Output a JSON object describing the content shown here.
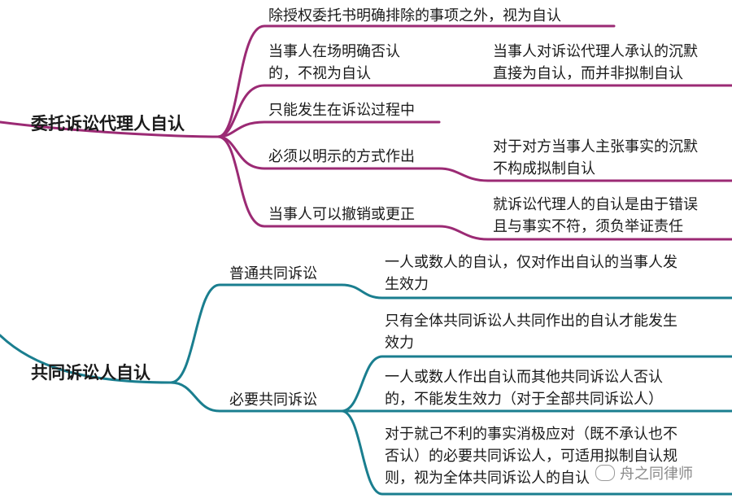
{
  "root_top": {
    "label": "委托诉讼代理人自认",
    "items": [
      {
        "text": "除授权委托书明确排除的事项之外，视为自认"
      },
      {
        "text": "当事人在场明确否认的，不视为自认",
        "lines": [
          "当事人在场明确否认",
          "的，不视为自认"
        ],
        "note_lines": [
          "当事人对诉讼代理人承认的沉默",
          "直接为自认，而并非拟制自认"
        ]
      },
      {
        "text": "只能发生在诉讼过程中"
      },
      {
        "text": "必须以明示的方式作出",
        "note_lines": [
          "对于对方当事人主张事实的沉默",
          "不构成拟制自认"
        ]
      },
      {
        "text": "当事人可以撤销或更正",
        "note_lines": [
          "就诉讼代理人的自认是由于错误",
          "且与事实不符，须负举证责任"
        ]
      }
    ]
  },
  "root_bottom": {
    "label": "共同诉讼人自认",
    "ordinary": {
      "label": "普通共同诉讼",
      "note_lines": [
        "一人或数人的自认，仅对作出自认的当事人发",
        "生效力"
      ]
    },
    "necessary": {
      "label": "必要共同诉讼",
      "children": [
        {
          "lines": [
            "只有全体共同诉讼人共同作出的自认才能发生",
            "效力"
          ]
        },
        {
          "lines": [
            "一人或数人作出自认而其他共同诉讼人否认",
            "的，不能发生效力（对于全部共同诉讼人）"
          ]
        },
        {
          "lines": [
            "对于就己不利的事实消极应对（既不承认也不",
            "否认）的必要共同诉讼人，可适用拟制自认规",
            "则，视为全体共同诉讼人的自认"
          ]
        }
      ]
    }
  },
  "watermark": "舟之同律师",
  "colors": {
    "top_branch": "#9b2a74",
    "bottom_branch": "#1a7e8f",
    "text": "#1a1a1a"
  }
}
